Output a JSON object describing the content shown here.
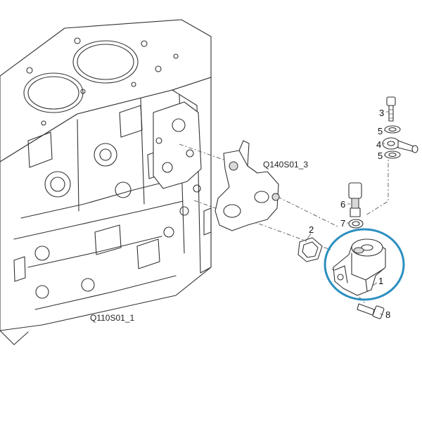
{
  "labels": {
    "block_ref": "Q110S01_1",
    "bracket_ref": "Q140S01_3"
  },
  "callouts": {
    "c1": "1",
    "c2": "2",
    "c3": "3",
    "c4": "4",
    "c5a": "5",
    "c5b": "5",
    "c6": "6",
    "c7": "7",
    "c8": "8"
  },
  "highlight": {
    "color": "#2a8fc0"
  }
}
